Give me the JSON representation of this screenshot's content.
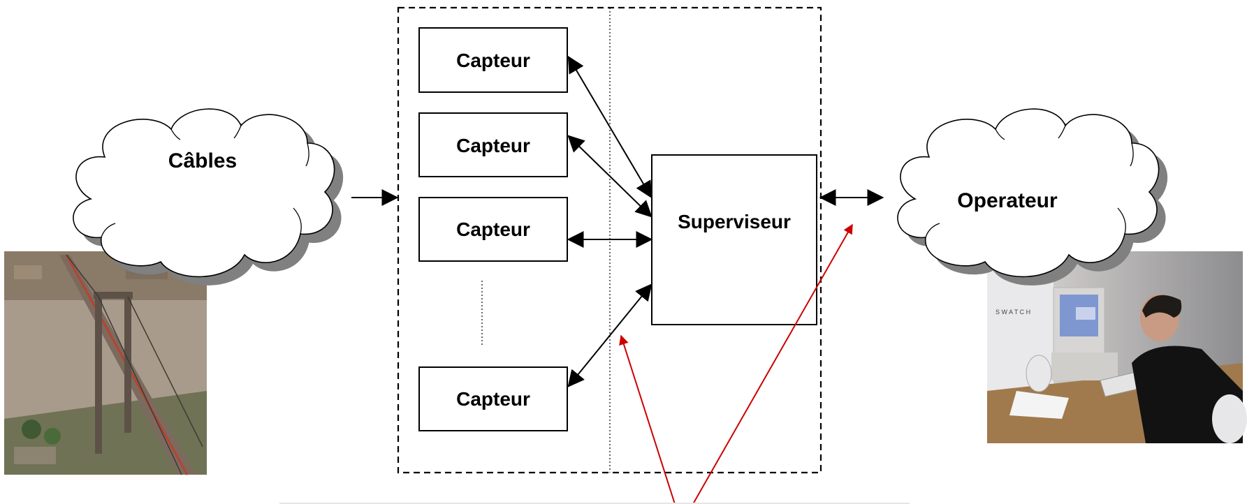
{
  "nodes": {
    "cables": "Câbles",
    "operateur": "Operateur",
    "superviseur": "Superviseur",
    "capteurs": [
      "Capteur",
      "Capteur",
      "Capteur",
      "Capteur"
    ]
  },
  "photos": {
    "left": "bridge-aerial-photo",
    "right": "operator-workstation-photo"
  },
  "colors": {
    "annotation_arrow": "#cc0000",
    "lines": "#000000",
    "cloud_shadow": "#808080"
  }
}
